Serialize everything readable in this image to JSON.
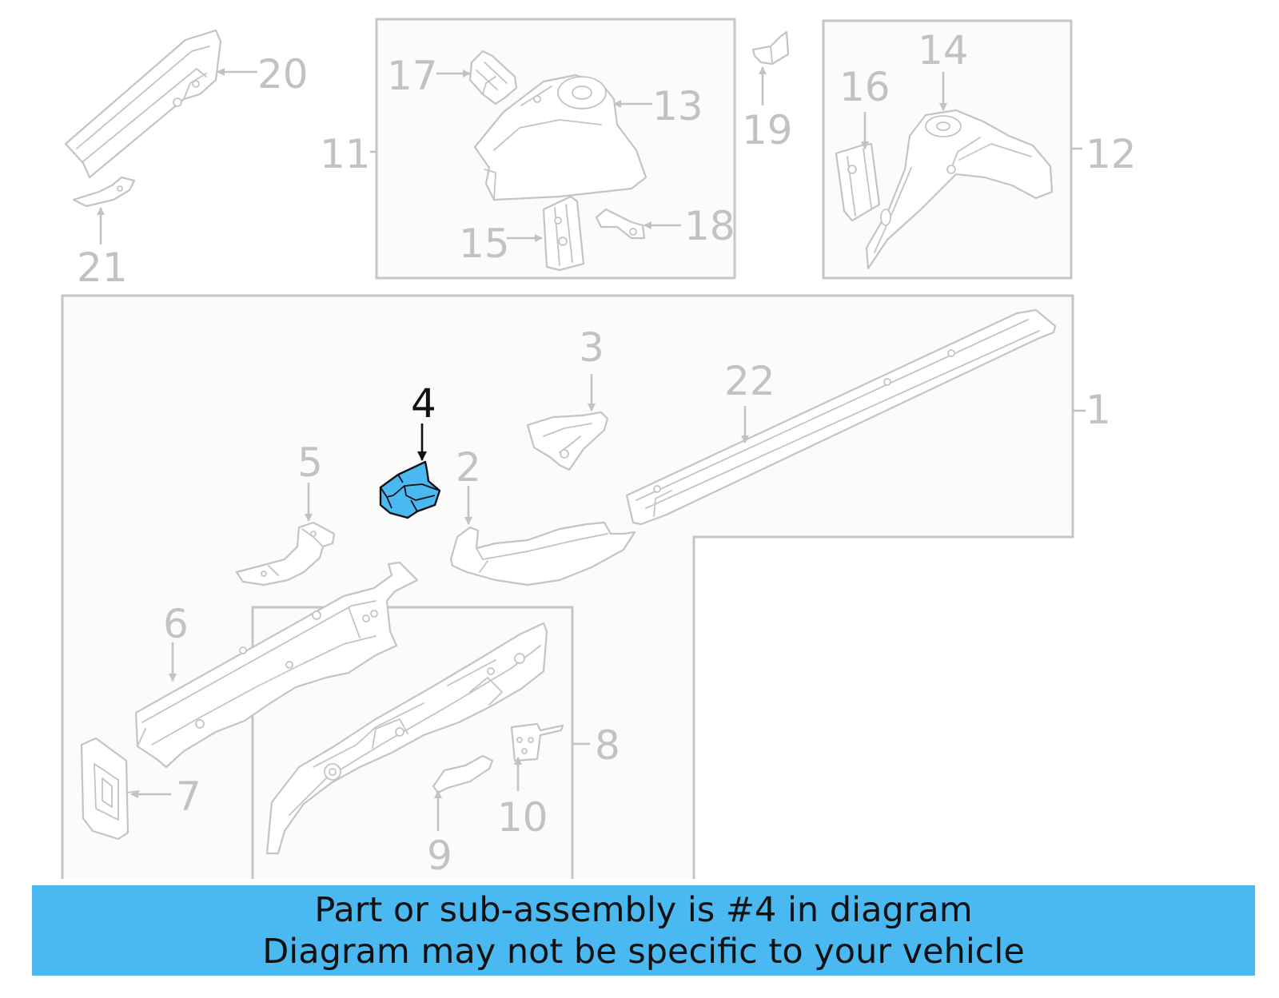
{
  "diagram": {
    "highlighted_part": "4",
    "highlight_color": "#4bb9f1",
    "callouts": {
      "c1": "1",
      "c2": "2",
      "c3": "3",
      "c4": "4",
      "c5": "5",
      "c6": "6",
      "c7": "7",
      "c8": "8",
      "c9": "9",
      "c10": "10",
      "c11": "11",
      "c12": "12",
      "c13": "13",
      "c14": "14",
      "c15": "15",
      "c16": "16",
      "c17": "17",
      "c18": "18",
      "c19": "19",
      "c20": "20",
      "c21": "21",
      "c22": "22"
    }
  },
  "banner": {
    "line1": "Part or sub-assembly is #4 in diagram",
    "line2": "Diagram may not be specific to your vehicle",
    "color": "#4bb9f1"
  }
}
